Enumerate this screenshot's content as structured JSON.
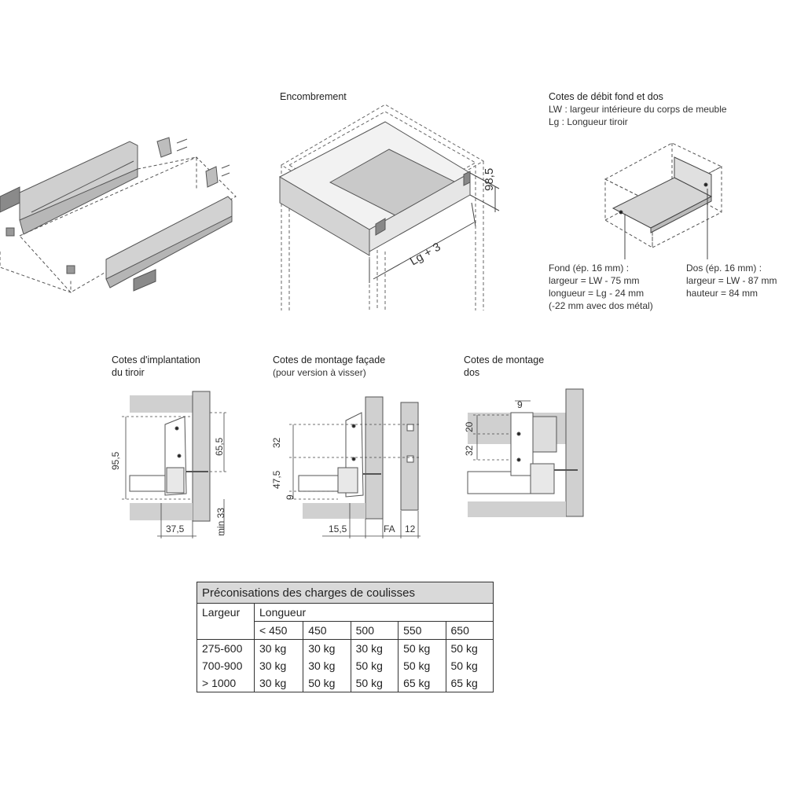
{
  "encombrement": {
    "title": "Encombrement",
    "dim_height": "98,5",
    "dim_length": "Lg + 3"
  },
  "cotes_debit": {
    "title": "Cotes de débit fond et dos",
    "line1": "LW : largeur intérieure du corps de meuble",
    "line2": "Lg : Longueur tiroir",
    "fond": [
      "Fond (ép. 16 mm) :",
      "largeur = LW - 75 mm",
      "longueur = Lg - 24 mm",
      "(-22 mm avec dos métal)"
    ],
    "dos": [
      "Dos (ép. 16 mm) :",
      "largeur = LW - 87 mm",
      "hauteur = 84 mm"
    ]
  },
  "implantation": {
    "title_line1": "Cotes d'implantation",
    "title_line2": "du tiroir",
    "d_95_5": "95,5",
    "d_65_5": "65,5",
    "d_37_5": "37,5",
    "d_min33": "min 33"
  },
  "montage_facade": {
    "title_line1": "Cotes de montage façade",
    "title_line2": "(pour version à visser)",
    "d_32": "32",
    "d_47_5": "47,5",
    "d_9": "9",
    "d_15_5": "15,5",
    "d_fa": "FA",
    "d_12": "12"
  },
  "montage_dos": {
    "title_line1": "Cotes de montage",
    "title_line2": "dos",
    "d_9": "9",
    "d_20": "20",
    "d_32": "32"
  },
  "load_table": {
    "title": "Préconisations des charges de coulisses",
    "largeur_label": "Largeur",
    "longueur_label": "Longueur",
    "lengths": [
      "< 450",
      "450",
      "500",
      "550",
      "650"
    ],
    "rows": [
      {
        "width": "275-600",
        "values": [
          "30 kg",
          "30 kg",
          "30 kg",
          "50 kg",
          "50 kg"
        ]
      },
      {
        "width": "700-900",
        "values": [
          "30 kg",
          "30 kg",
          "50 kg",
          "50 kg",
          "50 kg"
        ]
      },
      {
        "width": "> 1000",
        "values": [
          "30 kg",
          "50 kg",
          "50 kg",
          "65 kg",
          "65 kg"
        ]
      }
    ]
  }
}
